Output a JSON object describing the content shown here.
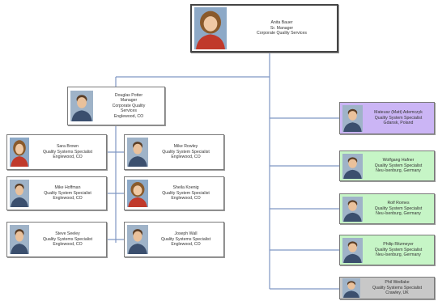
{
  "org_chart": {
    "top": {
      "name": "Anita Bauer",
      "title": "Sr. Manager",
      "dept": "Corporate Quality Services",
      "colors": {
        "border": "#444444",
        "background": "#ffffff"
      }
    },
    "manager": {
      "name": "Douglas Potter",
      "title": "Manager",
      "dept": "Corporate Quality Services",
      "location": "Englewood, CO"
    },
    "team_left": [
      {
        "name": "Sara Brown",
        "title": "Quality Systems Specialist",
        "location": "Englewood, CO",
        "icon": "person-photo-female"
      },
      {
        "name": "Mike Hoffman",
        "title": "Quality System Specialist",
        "location": "Englewood, CO",
        "icon": "person-photo-male"
      },
      {
        "name": "Steve Seeley",
        "title": "Quality Systems Specialist",
        "location": "Englewood, CO",
        "icon": "person-photo-male"
      }
    ],
    "team_right": [
      {
        "name": "Mike Rowley",
        "title": "Quality System Specialist",
        "location": "Englewood, CO",
        "icon": "person-photo-male"
      },
      {
        "name": "Sheila Koenig",
        "title": "Quality System Specialist",
        "location": "Englewood, CO",
        "icon": "person-photo-female"
      },
      {
        "name": "Joseph Wall",
        "title": "Quality Systems Specialist",
        "location": "Englewood, CO",
        "icon": "person-photo-male"
      }
    ],
    "international": [
      {
        "name": "Mateusz (Matt) Ademczyk",
        "title": "Quality System Specialist",
        "location": "Gdansk, Poland",
        "color": "#cbb5f5"
      },
      {
        "name": "Wolfgang Hafner",
        "title": "Quality System Specialist",
        "location": "Neu-Isenburg, Germany",
        "color": "#c6f5c6"
      },
      {
        "name": "Rolf Romes",
        "title": "Quality System Specialist",
        "location": "Neu-Isenburg, Germany",
        "color": "#c6f5c6"
      },
      {
        "name": "Philip Ritzmeyer",
        "title": "Quality System Specialist",
        "location": "Neu-Isenburg, Germany",
        "color": "#c6f5c6"
      },
      {
        "name": "Phil Wedlake",
        "title": "Quality Systems Specialist",
        "location": "Crawley, UK",
        "color": "#c8c8c8"
      }
    ],
    "colors": {
      "connector": "#7f97c3",
      "card_border": "#7a7a7a"
    }
  }
}
